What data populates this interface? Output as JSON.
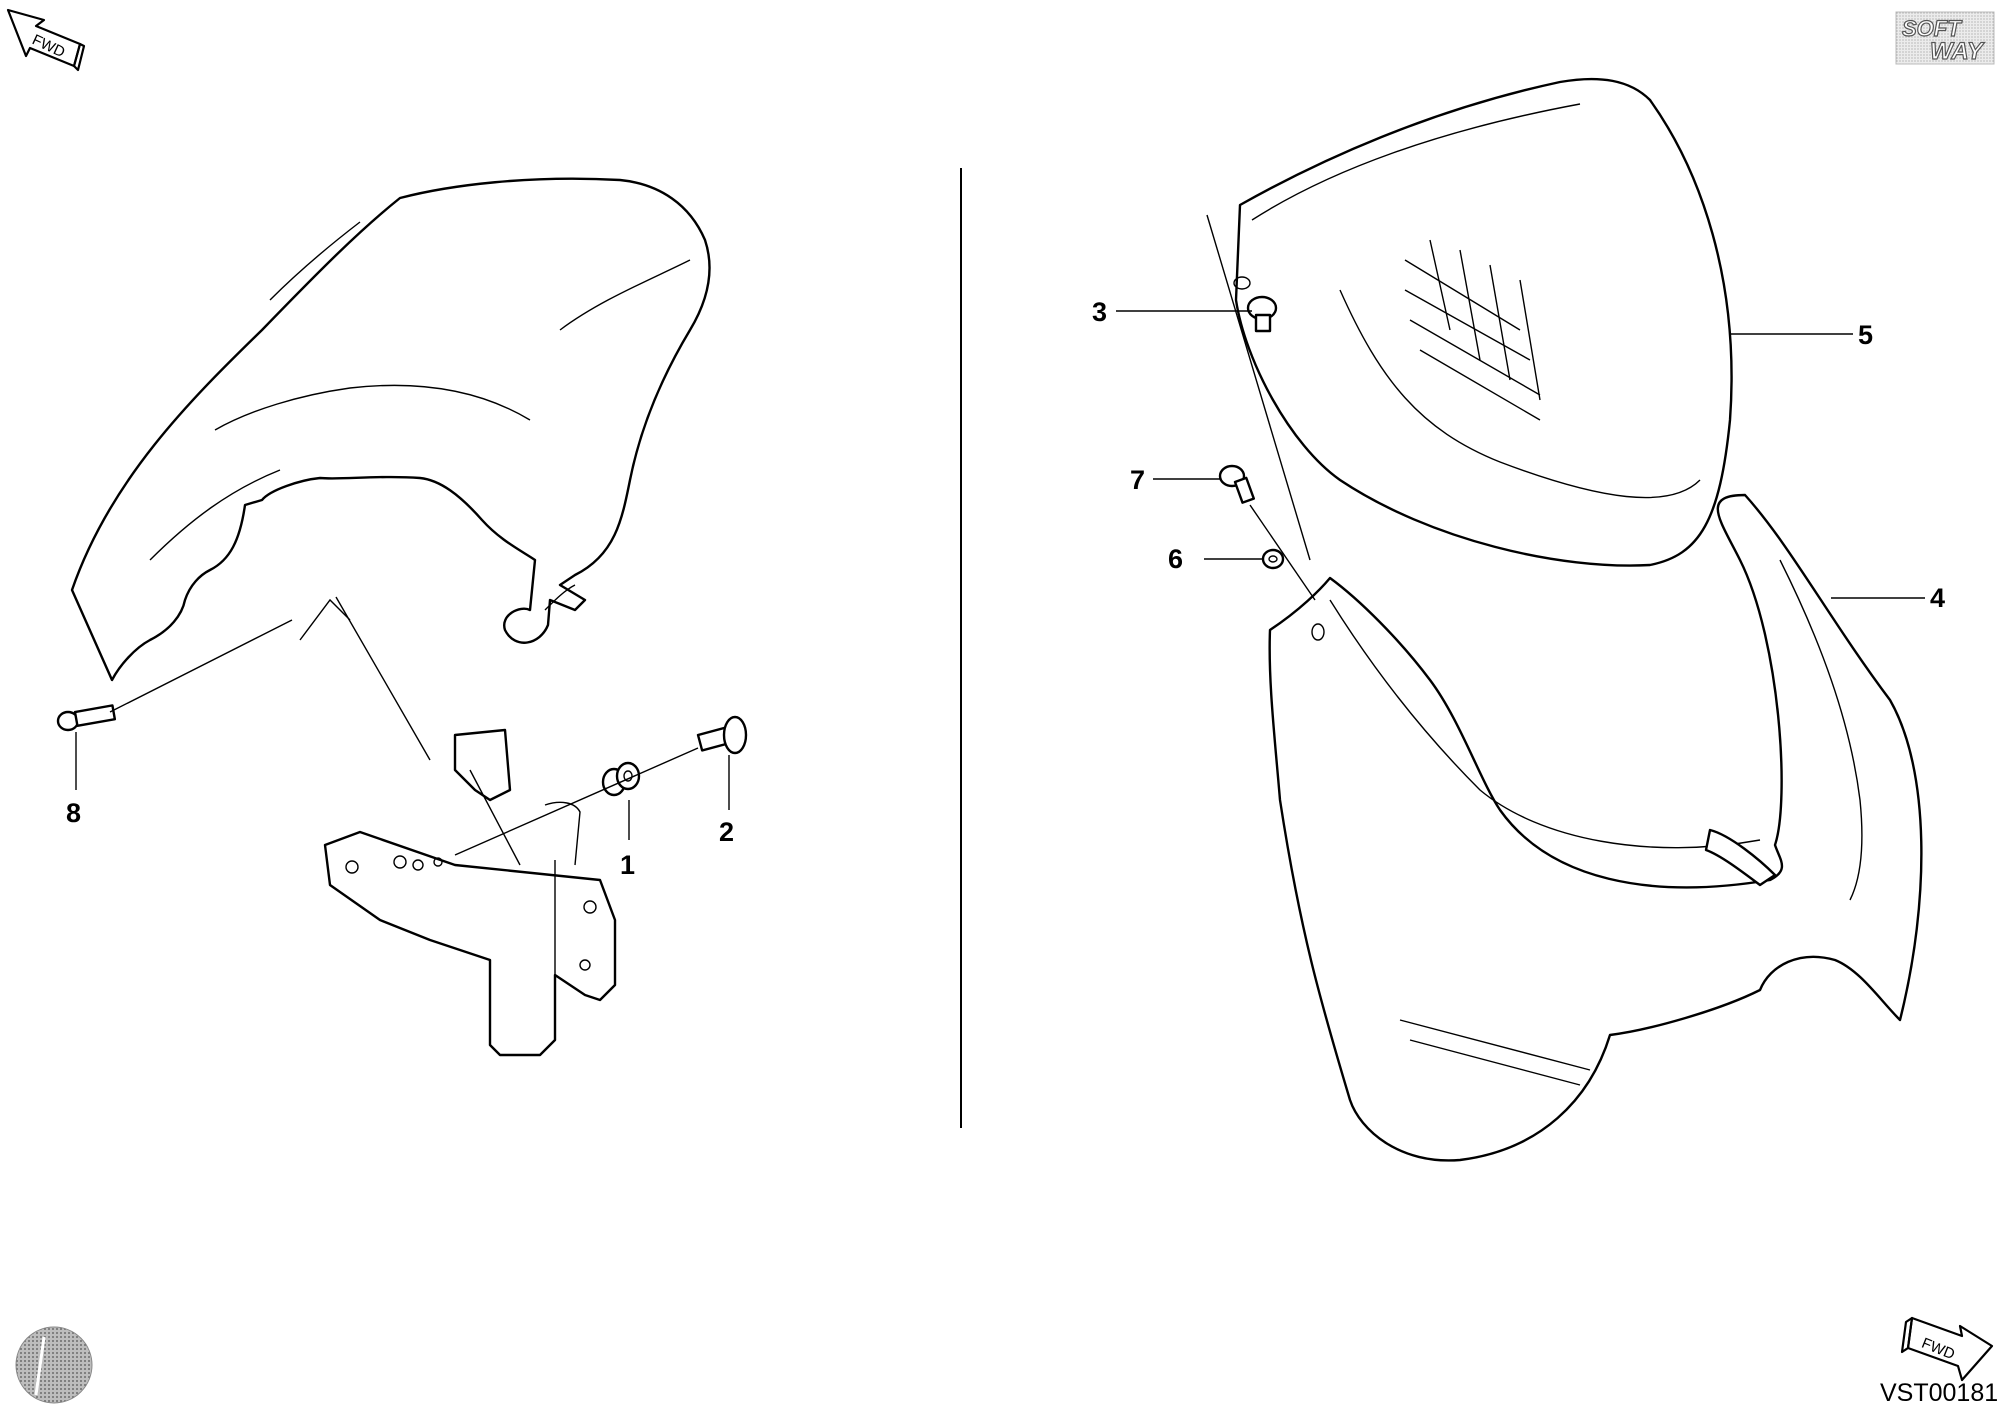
{
  "drawing_code": "VST00181",
  "logo": {
    "line1": "SOFT",
    "line2": "WAY"
  },
  "fwd_label": "FWD",
  "callouts": [
    {
      "id": "1",
      "label": "1"
    },
    {
      "id": "2",
      "label": "2"
    },
    {
      "id": "3",
      "label": "3"
    },
    {
      "id": "4",
      "label": "4"
    },
    {
      "id": "5",
      "label": "5"
    },
    {
      "id": "6",
      "label": "6"
    },
    {
      "id": "7",
      "label": "7"
    },
    {
      "id": "8",
      "label": "8"
    }
  ]
}
